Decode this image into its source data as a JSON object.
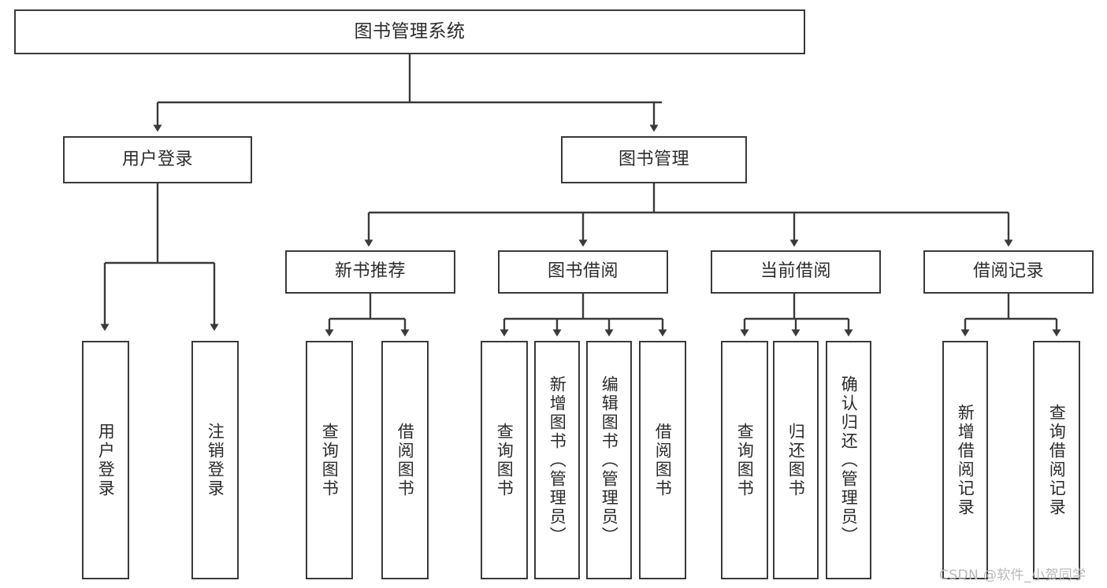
{
  "diagram": {
    "title": "图书管理系统",
    "watermark": "CSDN @软件_小贺同学",
    "colors": {
      "stroke": "#3a3a3a",
      "fill": "#ffffff",
      "text": "#2b2b2b",
      "watermark": "#b9b9b9"
    },
    "nodes": {
      "root": "图书管理系统",
      "level1": {
        "user_login": "用户登录",
        "book_manage": "图书管理"
      },
      "level2": {
        "new_book_recommend": "新书推荐",
        "book_borrow": "图书借阅",
        "current_borrow": "当前借阅",
        "borrow_record": "借阅记录"
      },
      "leaves": {
        "user_login_1": "用户登录",
        "user_login_2": "注销登录",
        "recommend_1": "查询图书",
        "recommend_2": "借阅图书",
        "borrow_1": "查询图书",
        "borrow_2": "新增图书（管理员）",
        "borrow_3": "编辑图书（管理员）",
        "borrow_4": "借阅图书",
        "current_1": "查询图书",
        "current_2": "归还图书",
        "current_3": "确认归还（管理员）",
        "record_1": "新增借阅记录",
        "record_2": "查询借阅记录"
      }
    }
  }
}
